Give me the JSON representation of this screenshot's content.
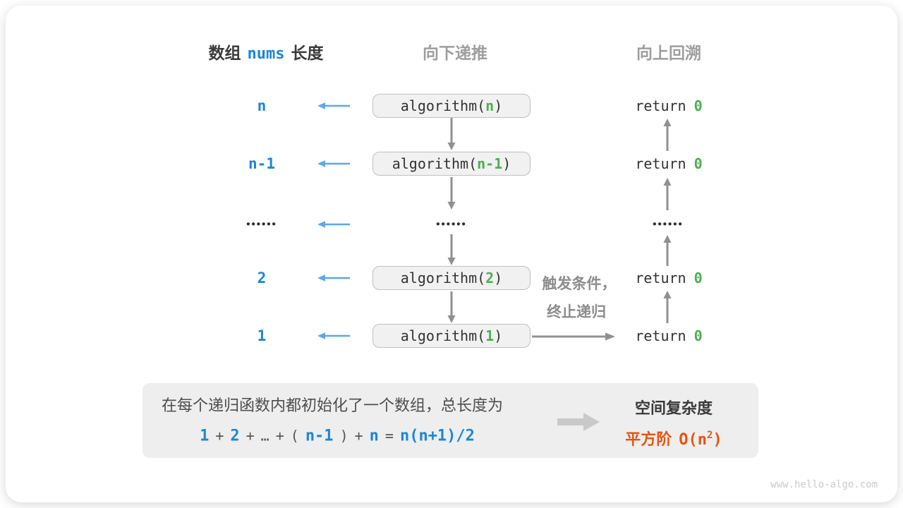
{
  "header": {
    "left_prefix": "数组",
    "left_code": "nums",
    "left_suffix": "长度",
    "recurse_label": "向下递推",
    "backtrack_label": "向上回溯"
  },
  "rows": [
    {
      "length_label": "n",
      "call_prefix": "algorithm(",
      "call_arg": "n",
      "call_suffix": ")",
      "return_keyword": "return",
      "return_value": "0"
    },
    {
      "length_label": "n-1",
      "call_prefix": "algorithm(",
      "call_arg": "n-1",
      "call_suffix": ")",
      "return_keyword": "return",
      "return_value": "0"
    },
    {
      "length_dots": "••••••",
      "call_dots": "••••••",
      "return_dots": "••••••"
    },
    {
      "length_label": "2",
      "call_prefix": "algorithm(",
      "call_arg": "2",
      "call_suffix": ")",
      "return_keyword": "return",
      "return_value": "0"
    },
    {
      "length_label": "1",
      "call_prefix": "algorithm(",
      "call_arg": "1",
      "call_suffix": ")",
      "return_keyword": "return",
      "return_value": "0"
    }
  ],
  "terminate_note": {
    "line1": "触发条件，",
    "line2": "终止递归"
  },
  "summary": {
    "description": "在每个递归函数内都初始化了一个数组，总长度为",
    "formula": {
      "term1": "1",
      "plus1": "+",
      "term2": "2",
      "plus2": "+",
      "ellipsis": "…",
      "plus3": "+",
      "open_paren": "(",
      "term3": "n-1",
      "close_paren": ")",
      "plus4": "+",
      "term4": "n",
      "equals": "=",
      "result": "n(n+1)/2"
    },
    "complexity_title": "空间复杂度",
    "complexity_order": "平方阶",
    "complexity_notation_prefix": "O(n",
    "complexity_exponent": "2",
    "complexity_notation_suffix": ")"
  },
  "watermark": "www.hello-algo.com",
  "colors": {
    "blue_text": "#1a86d9",
    "blue_arrow": "#58a9e9",
    "green_value": "#4caf50",
    "orange_complexity": "#e8540f",
    "gray_arrow": "#909090",
    "gray_header": "#9e9e9e",
    "dark_text": "#3a3a3a",
    "box_fill": "#f1f1f1",
    "box_border": "#c0c0c0",
    "summary_fill": "#eeeeee"
  }
}
